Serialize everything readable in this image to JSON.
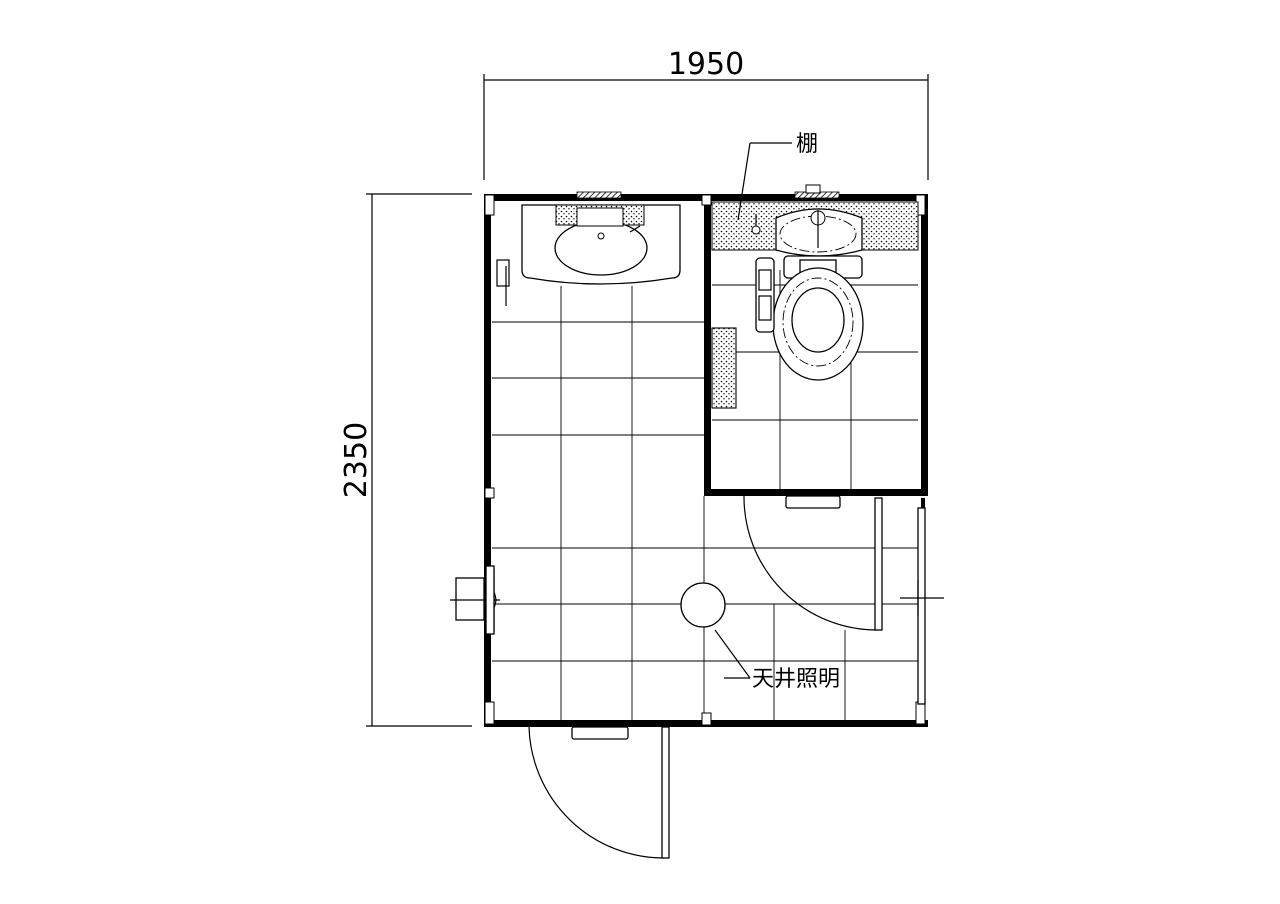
{
  "dimensions": {
    "width": "1950",
    "height": "2350"
  },
  "labels": {
    "shelf": "棚",
    "ceiling_light": "天井照明"
  }
}
